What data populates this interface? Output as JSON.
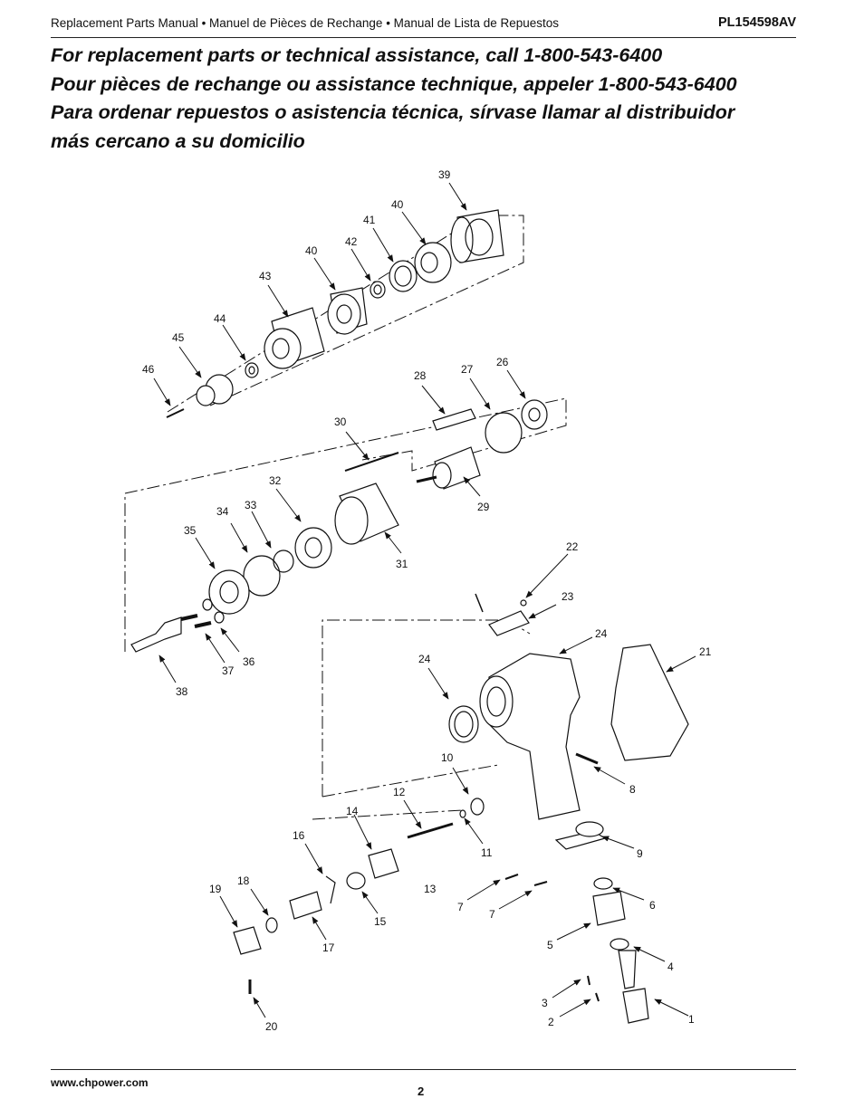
{
  "header": {
    "manual_title": "Replacement Parts Manual • Manuel de Pièces de Rechange • Manual de Lista de Repuestos",
    "part_number": "PL154598AV"
  },
  "titles": [
    "For replacement parts or technical assistance, call 1-800-543-6400",
    "Pour pièces de rechange ou assistance technique, appeler 1-800-543-6400",
    "Para ordenar repuestos o asistencia técnica, sírvase llamar al distribuidor",
    "más cercano a su domicilio"
  ],
  "diagram": {
    "callouts": [
      "1",
      "2",
      "3",
      "4",
      "5",
      "6",
      "7",
      "7",
      "8",
      "9",
      "10",
      "11",
      "12",
      "13",
      "14",
      "15",
      "16",
      "17",
      "18",
      "19",
      "20",
      "21",
      "22",
      "23",
      "24",
      "24",
      "26",
      "27",
      "28",
      "29",
      "30",
      "31",
      "32",
      "33",
      "34",
      "35",
      "36",
      "37",
      "38",
      "39",
      "40",
      "40",
      "41",
      "42",
      "43",
      "44",
      "45",
      "46"
    ]
  },
  "footer": {
    "url": "www.chpower.com",
    "page_number": "2"
  }
}
